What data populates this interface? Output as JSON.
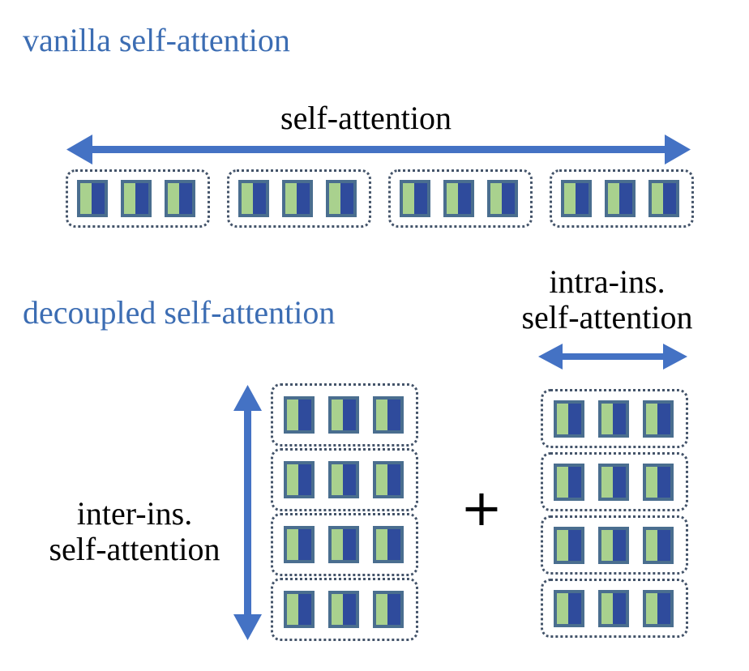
{
  "titles": {
    "vanilla": "vanilla self-attention",
    "decoupled": "decoupled self-attention"
  },
  "labels": {
    "top_arrow": "self-attention",
    "intra_line1": "intra-ins.",
    "intra_line2": "self-attention",
    "inter_line1": "inter-ins.",
    "inter_line2": "self-attention",
    "plus": "+"
  },
  "structure": {
    "vanilla_instances": 4,
    "decoupled_instances": 4,
    "tokens_per_instance": 3
  },
  "colors": {
    "title_blue": "#3c6db3",
    "arrow_blue": "#4472c4",
    "token_fill": "#2f4b9c",
    "token_border": "#4a6e8f",
    "token_accent": "#a9d18e",
    "group_border": "#44546a"
  }
}
